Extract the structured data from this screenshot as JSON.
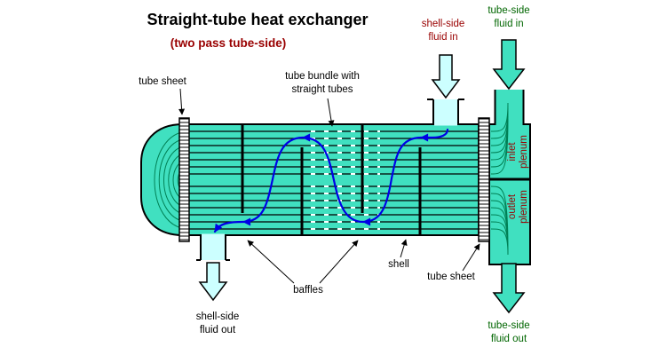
{
  "title": "Straight-tube heat exchanger",
  "subtitle": "(two pass tube-side)",
  "colors": {
    "shell_fluid": "#40E0C0",
    "shell_side_fluid": "#CCFFFF",
    "flow_path_blue": "#0000E6",
    "tube_flow_green": "#008055",
    "accent_red": "#990000",
    "accent_green": "#006600",
    "outline": "#000000"
  },
  "labels": {
    "tube_sheet_left": "tube sheet",
    "tube_bundle_line1": "tube bundle with",
    "tube_bundle_line2": "straight tubes",
    "shell_in_line1": "shell-side",
    "shell_in_line2": "fluid in",
    "tube_in_line1": "tube-side",
    "tube_in_line2": "fluid in",
    "inlet_plenum_line1": "inlet",
    "inlet_plenum_line2": "plenum",
    "outlet_plenum_line1": "outlet",
    "outlet_plenum_line2": "plenum",
    "shell": "shell",
    "tube_sheet_right": "tube sheet",
    "baffles": "baffles",
    "shell_out_line1": "shell-side",
    "shell_out_line2": "fluid out",
    "tube_out_line1": "tube-side",
    "tube_out_line2": "fluid out"
  }
}
